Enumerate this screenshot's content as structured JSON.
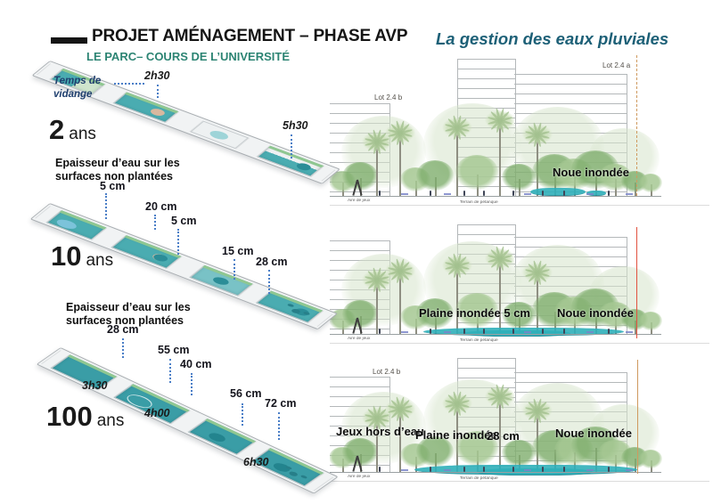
{
  "header": {
    "title": "PROJET AMÉNAGEMENT – PHASE AVP",
    "subtitle": "LE PARC– COURS DE L’UNIVERSITÉ",
    "right_title": "La gestion des eaux pluviales"
  },
  "plans": {
    "s2": {
      "years_value": "2",
      "years_unit": "ans",
      "temps_label": "Temps de\nvidange",
      "t1": "2h30",
      "t2": "5h30"
    },
    "note1": {
      "l1": "Epaisseur d’eau sur les",
      "l2": "surfaces non plantées",
      "value": "5 cm"
    },
    "s10": {
      "years_value": "10",
      "years_unit": "ans",
      "d1": "20 cm",
      "d2": "5 cm",
      "d3": "15 cm",
      "d4": "28 cm"
    },
    "note2": {
      "l1": "Epaisseur d’eau sur les",
      "l2": "surfaces non plantées",
      "value": "28 cm"
    },
    "s100": {
      "years_value": "100",
      "years_unit": "ans",
      "d1": "55 cm",
      "d2": "40 cm",
      "d3": "56 cm",
      "d4": "72 cm",
      "t1": "3h30",
      "t2": "4h00",
      "t3": "6h30"
    }
  },
  "sections": {
    "s1": {
      "lot_b": "Lot 2.4 b",
      "lot_a": "Lot 2.4 a",
      "noue": "Noue inondée",
      "aire": "Aire de jeux",
      "petanque": "Terrain de pétanque"
    },
    "s2": {
      "plaine": "Plaine inondée 5 cm",
      "noue": "Noue inondée",
      "aire": "Aire de jeux",
      "petanque": "Terrain de pétanque"
    },
    "s3": {
      "lot_b": "Lot 2.4 b",
      "jeux": "Jeux hors d’eau",
      "plaine": "Plaine inondée",
      "depth": "28 cm",
      "noue": "Noue inondée",
      "aire": "Aire de jeux",
      "petanque": "Terrain de pétanque"
    }
  },
  "colors": {
    "subtitle_teal": "#2c8473",
    "right_title_blue": "#1d6077",
    "plan_water": "#4aacb1",
    "plan_water_deep": "#2b8d97",
    "green_band": "#8fc791",
    "section_water": "#2fb0ba",
    "leader_blue": "#4a7ec7",
    "lot_line_orange": "#cf9a5f",
    "lot_line_red": "#e2523f"
  }
}
